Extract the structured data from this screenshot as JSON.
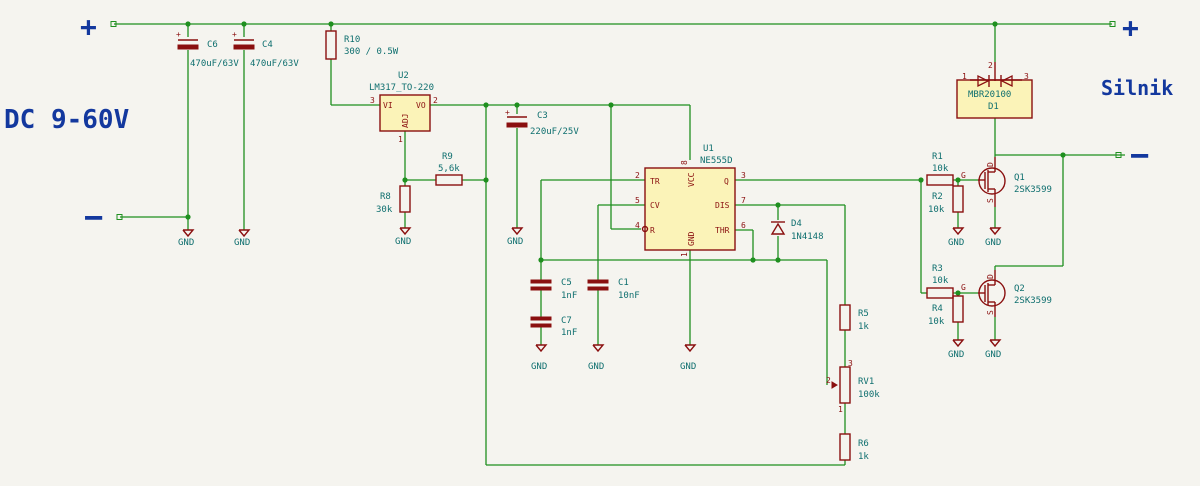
{
  "labels": {
    "plus_left": "+",
    "plus_right": "+",
    "minus_left": "−",
    "minus_right": "−",
    "dc_range": "DC 9-60V",
    "load": "Silnik"
  },
  "components": {
    "c6": {
      "ref": "C6",
      "value": "470uF/63V"
    },
    "c4": {
      "ref": "C4",
      "value": "470uF/63V"
    },
    "r10": {
      "ref": "R10",
      "value": "300 / 0.5W"
    },
    "u2": {
      "ref": "U2",
      "value": "LM317_TO-220",
      "pin_vi": "VI",
      "pin_vo": "VO",
      "pin_adj": "ADJ",
      "n3": "3",
      "n2": "2",
      "n1": "1"
    },
    "c3": {
      "ref": "C3",
      "value": "220uF/25V"
    },
    "r9": {
      "ref": "R9",
      "value": "5,6k"
    },
    "r8": {
      "ref": "R8",
      "value": "30k"
    },
    "u1": {
      "ref": "U1",
      "value": "NE555D",
      "tr": "TR",
      "cv": "CV",
      "r": "R",
      "vcc": "VCC",
      "gnd": "GND",
      "q": "Q",
      "dis": "DIS",
      "thr": "THR",
      "n2": "2",
      "n5": "5",
      "n4": "4",
      "n8": "8",
      "n1": "1",
      "n3": "3",
      "n7": "7",
      "n6": "6"
    },
    "c5": {
      "ref": "C5",
      "value": "1nF"
    },
    "c7": {
      "ref": "C7",
      "value": "1nF"
    },
    "c1": {
      "ref": "C1",
      "value": "10nF"
    },
    "d4": {
      "ref": "D4",
      "value": "1N4148"
    },
    "r5": {
      "ref": "R5",
      "value": "1k"
    },
    "rv1": {
      "ref": "RV1",
      "value": "100k",
      "n1": "1",
      "n2": "2",
      "n3": "3"
    },
    "r6": {
      "ref": "R6",
      "value": "1k"
    },
    "d1": {
      "ref": "D1",
      "value": "MBR20100",
      "n1": "1",
      "n2": "2",
      "n3": "3"
    },
    "r1": {
      "ref": "R1",
      "value": "10k"
    },
    "r2": {
      "ref": "R2",
      "value": "10k"
    },
    "r3": {
      "ref": "R3",
      "value": "10k"
    },
    "r4": {
      "ref": "R4",
      "value": "10k"
    },
    "q1": {
      "ref": "Q1",
      "value": "2SK3599",
      "g": "G",
      "d": "D",
      "s": "S"
    },
    "q2": {
      "ref": "Q2",
      "value": "2SK3599",
      "g": "G",
      "d": "D",
      "s": "S"
    }
  },
  "gnd_label": "GND"
}
